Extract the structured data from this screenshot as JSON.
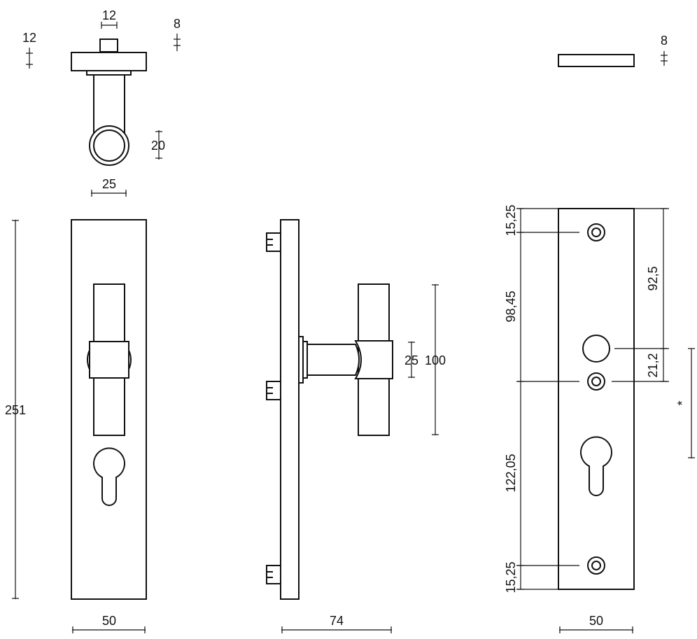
{
  "dimensions": {
    "top_shaft_width": "12",
    "top_flange_height": "12",
    "top_plate_thickness": "8",
    "top_grip_diameter": "20",
    "top_grip_width": "25",
    "front_height": "251",
    "front_width": "50",
    "side_grip_width": "25",
    "side_grip_length": "100",
    "side_projection": "74",
    "back_top_offset": "15,25",
    "back_hole_spacing": "98,45",
    "back_lower_spacing": "122,05",
    "back_bottom_offset": "15,25",
    "back_handle_from_top": "92,5",
    "back_handle_to_hole": "21,2",
    "back_variable": "*",
    "back_width": "50",
    "back_plate_thickness": "8"
  },
  "colors": {
    "line": "#111111",
    "background": "#ffffff"
  }
}
